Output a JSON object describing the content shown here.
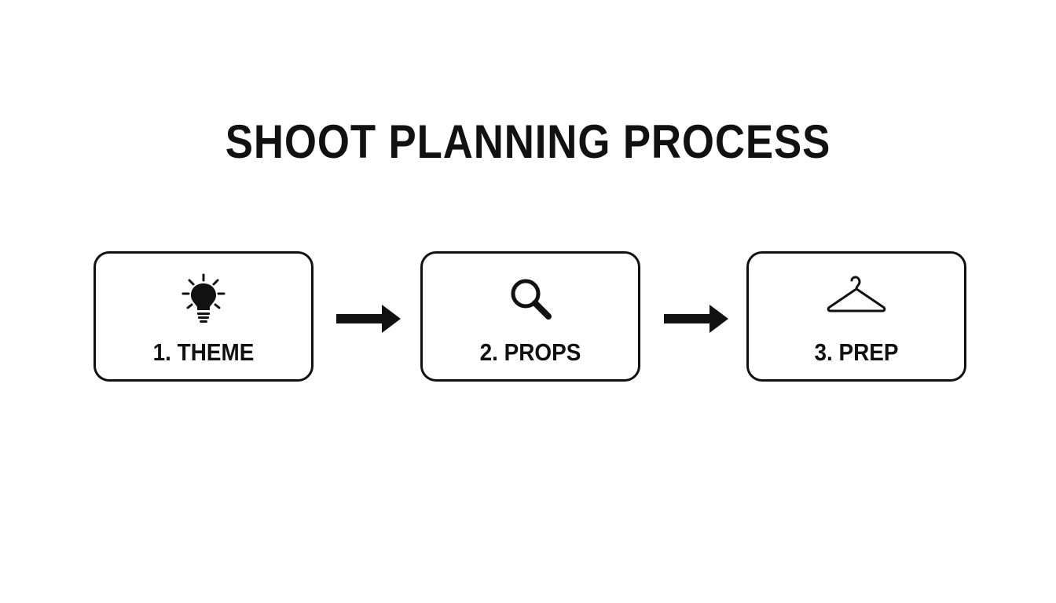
{
  "title": "SHOOT PLANNING PROCESS",
  "steps": [
    {
      "label": "1. THEME",
      "icon": "lightbulb-icon"
    },
    {
      "label": "2. PROPS",
      "icon": "magnifying-glass-icon"
    },
    {
      "label": "3. PREP",
      "icon": "clothes-hanger-icon"
    }
  ],
  "connectors": [
    {
      "from": "1. THEME",
      "to": "2. PROPS",
      "icon": "right-arrow-icon"
    },
    {
      "from": "2. PROPS",
      "to": "3. PREP",
      "icon": "right-arrow-icon"
    }
  ],
  "colors": {
    "background": "#ffffff",
    "ink": "#111111"
  }
}
